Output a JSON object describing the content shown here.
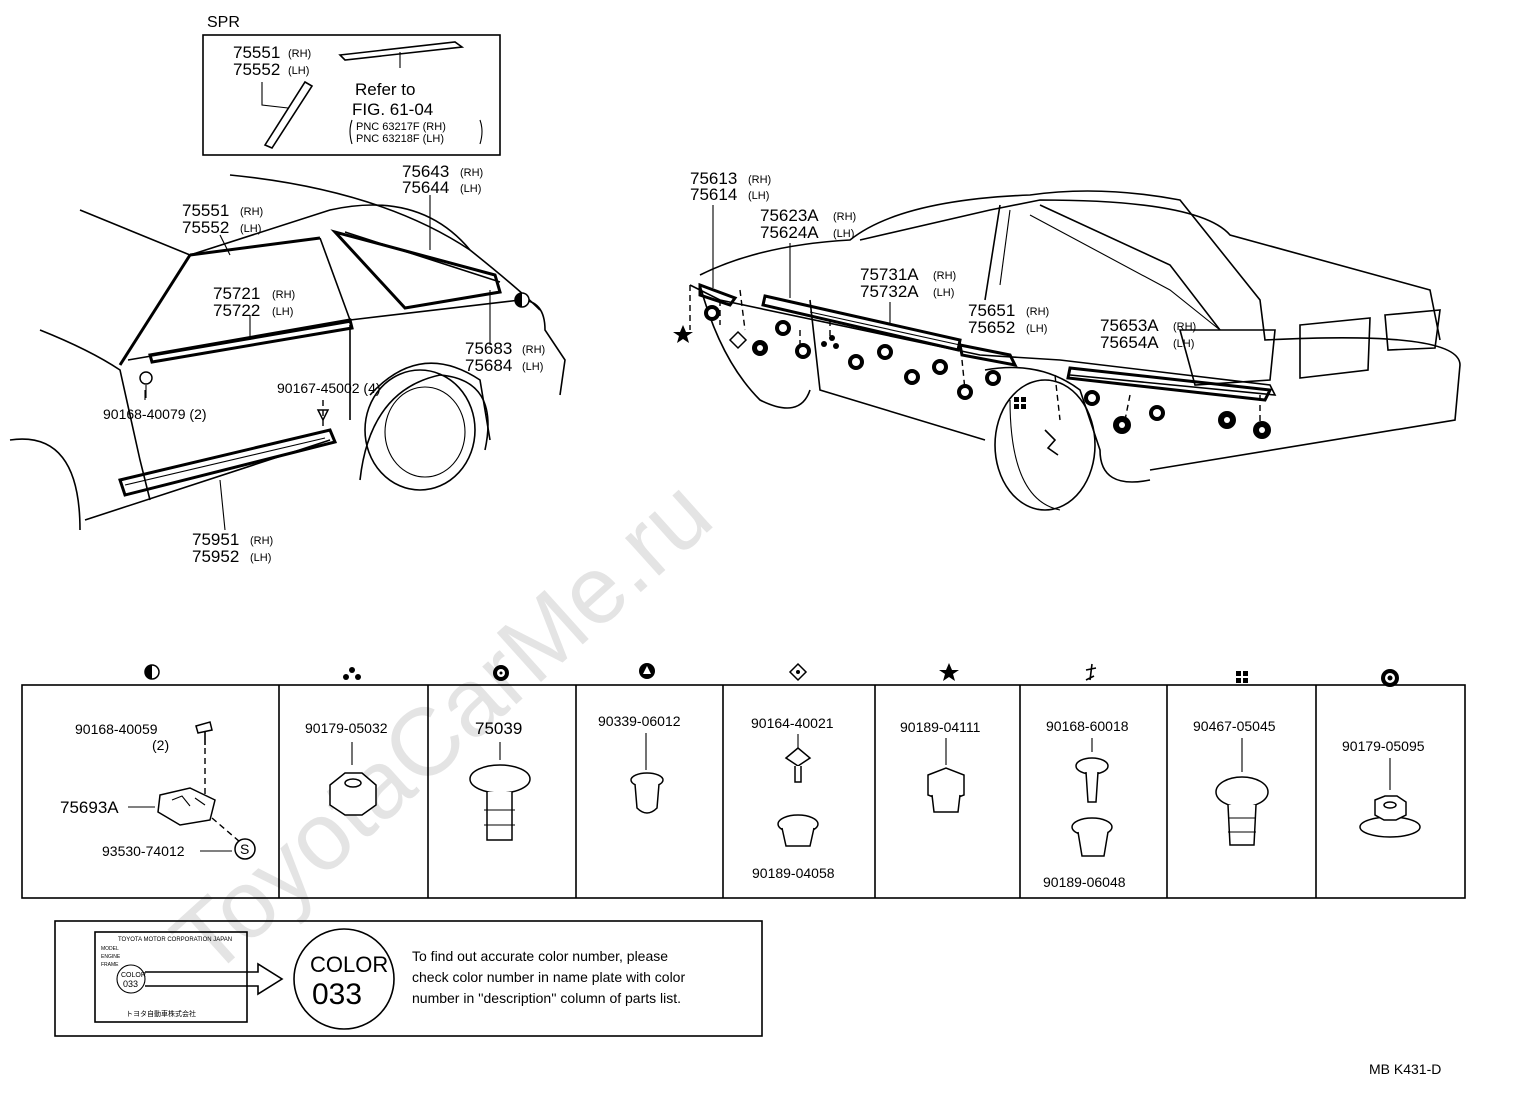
{
  "watermark": "ToyotaCarMe.ru",
  "spr": {
    "title": "SPR",
    "pn1": "75551",
    "pn1_side": "(RH)",
    "pn2": "75552",
    "pn2_side": "(LH)",
    "ref1": "Refer to",
    "ref2": "FIG. 61-04",
    "ref3": "PNC 63217F (RH)",
    "ref4": "PNC 63218F (LH)"
  },
  "left_view": {
    "l1": {
      "pn": "75643",
      "side": "(RH)"
    },
    "l2": {
      "pn": "75644",
      "side": "(LH)"
    },
    "l3": {
      "pn": "75551",
      "side": "(RH)"
    },
    "l4": {
      "pn": "75552",
      "side": "(LH)"
    },
    "l5": {
      "pn": "75721",
      "side": "(RH)"
    },
    "l6": {
      "pn": "75722",
      "side": "(LH)"
    },
    "l7": {
      "pn": "75683",
      "side": "(RH)"
    },
    "l8": {
      "pn": "75684",
      "side": "(LH)"
    },
    "l9": "90167-45002 (4)",
    "l10": "90168-40079 (2)",
    "l11": {
      "pn": "75951",
      "side": "(RH)"
    },
    "l12": {
      "pn": "75952",
      "side": "(LH)"
    }
  },
  "right_view": {
    "r1": {
      "pn": "75613",
      "side": "(RH)"
    },
    "r2": {
      "pn": "75614",
      "side": "(LH)"
    },
    "r3": {
      "pn": "75623A",
      "side": "(RH)"
    },
    "r4": {
      "pn": "75624A",
      "side": "(LH)"
    },
    "r5": {
      "pn": "75731A",
      "side": "(RH)"
    },
    "r6": {
      "pn": "75732A",
      "side": "(LH)"
    },
    "r7": {
      "pn": "75651",
      "side": "(RH)"
    },
    "r8": {
      "pn": "75652",
      "side": "(LH)"
    },
    "r9": {
      "pn": "75653A",
      "side": "(RH)"
    },
    "r10": {
      "pn": "75654A",
      "side": "(LH)"
    }
  },
  "legend": {
    "c1": {
      "top": "90168-40059",
      "top2": "(2)",
      "mid": "75693A",
      "bot": "93530-74012",
      "sym": "S"
    },
    "c2": {
      "pn": "90179-05032"
    },
    "c3": {
      "pn": "75039"
    },
    "c4": {
      "pn": "90339-06012"
    },
    "c5": {
      "pn": "90164-40021",
      "pn2": "90189-04058"
    },
    "c6": {
      "pn": "90189-04111"
    },
    "c7": {
      "pn": "90168-60018",
      "pn2": "90189-06048"
    },
    "c8": {
      "pn": "90467-05045"
    },
    "c9": {
      "pn": "90179-05095"
    }
  },
  "note": {
    "plate1": "TOYOTA MOTOR CORPORATION JAPAN",
    "plate2": "MODEL",
    "plate3": "ENGINE",
    "plate4": "FRAME",
    "plate5": "COLOR",
    "plate6": "033",
    "plate7": "トヨタ自動車株式会社",
    "color_label": "COLOR",
    "color_code": "033",
    "text1": "To find out accurate color number, please",
    "text2": "check color number in name plate with color",
    "text3": "number in ''description'' column of parts list."
  },
  "footer": "MB  K431-D"
}
